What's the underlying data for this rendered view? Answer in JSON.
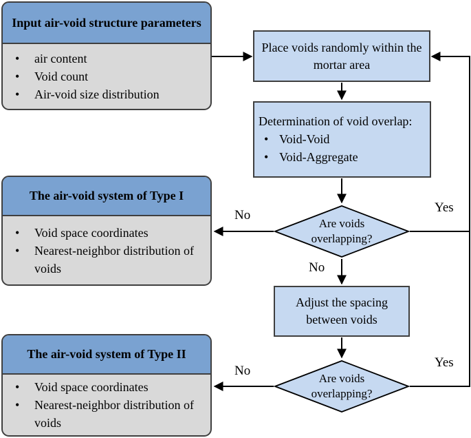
{
  "colors": {
    "header_blue": "#7aa2d1",
    "light_blue": "#c6d9f1",
    "body_gray": "#d9d9d9",
    "border_dark": "#3f3f3f",
    "line_black": "#000000"
  },
  "input_box": {
    "title": "Input air-void structure parameters",
    "items": [
      "air content",
      "Void count",
      "Air-void size distribution"
    ]
  },
  "place_box": {
    "label": "Place voids randomly within the mortar area"
  },
  "determine_box": {
    "title": "Determination of void overlap:",
    "items": [
      "Void-Void",
      "Void-Aggregate"
    ]
  },
  "decision1": {
    "label": "Are voids overlapping?",
    "no_label": "No",
    "yes_label": "Yes",
    "no_down_label": "No"
  },
  "type1_box": {
    "title": "The air-void system of Type I",
    "items": [
      "Void space coordinates",
      "Nearest-neighbor distribution of voids"
    ]
  },
  "adjust_box": {
    "label": "Adjust the spacing between voids"
  },
  "decision2": {
    "label": "Are voids overlapping?",
    "no_label": "No",
    "yes_label": "Yes"
  },
  "type2_box": {
    "title": "The air-void system of Type II",
    "items": [
      "Void space coordinates",
      "Nearest-neighbor distribution of voids"
    ]
  }
}
